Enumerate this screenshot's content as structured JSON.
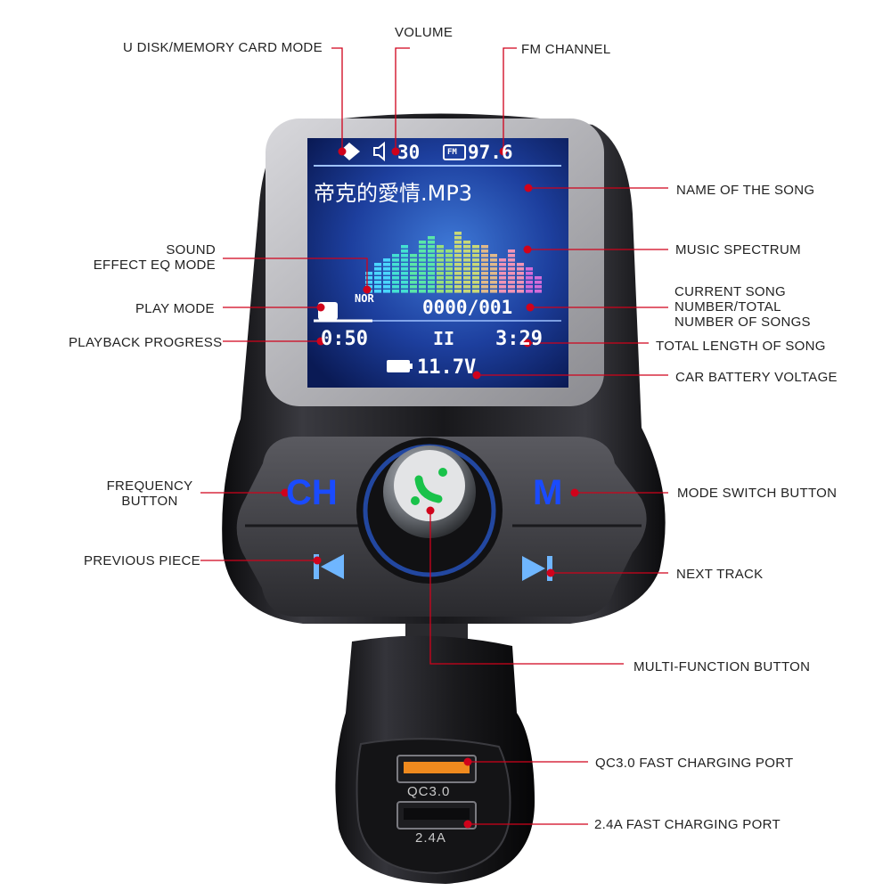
{
  "colors": {
    "callout_line": "#d0021b",
    "body_dark": "#1b1b1f",
    "screen_blue": "#1f3f9e",
    "button_blue": "#1a4bff",
    "accent_green": "#19c24a",
    "qc_orange": "#f08a1e"
  },
  "screen": {
    "volume": "30",
    "fm": "97.6",
    "fm_tag": "FM",
    "song_name": "帝克的愛情.MP3",
    "eq_badge": "NOR",
    "track_counter": "0000/001",
    "elapsed": "0:50",
    "pause_symbol": "II",
    "total": "3:29",
    "battery": "11.7V",
    "spectrum_levels": [
      0.35,
      0.45,
      0.55,
      0.6,
      0.7,
      0.6,
      0.8,
      0.85,
      0.75,
      0.65,
      0.9,
      0.8,
      0.7,
      0.75,
      0.6,
      0.55,
      0.65,
      0.5,
      0.4,
      0.3
    ]
  },
  "device": {
    "ch_label": "CH",
    "m_label": "M",
    "qc_port": "QC3.0",
    "std_port": "2.4A"
  },
  "callouts": {
    "u_disk": "U DISK/MEMORY CARD MODE",
    "volume": "VOLUME",
    "fm_channel": "FM CHANNEL",
    "song_name": "NAME OF THE SONG",
    "sound_eq_1": "SOUND",
    "sound_eq_2": "EFFECT EQ MODE",
    "spectrum": "MUSIC SPECTRUM",
    "play_mode": "PLAY MODE",
    "song_number_1": "CURRENT SONG",
    "song_number_2": "NUMBER/TOTAL",
    "song_number_3": "NUMBER OF SONGS",
    "progress": "PLAYBACK PROGRESS",
    "total_length": "TOTAL LENGTH OF SONG",
    "battery": "CAR BATTERY VOLTAGE",
    "frequency_1": "FREQUENCY",
    "frequency_2": "BUTTON",
    "mode_switch": "MODE SWITCH BUTTON",
    "previous": "PREVIOUS PIECE",
    "next": "NEXT TRACK",
    "multi_function": "MULTI-FUNCTION BUTTON",
    "qc_port": "QC3.0 FAST CHARGING PORT",
    "std_port": "2.4A FAST CHARGING PORT"
  }
}
